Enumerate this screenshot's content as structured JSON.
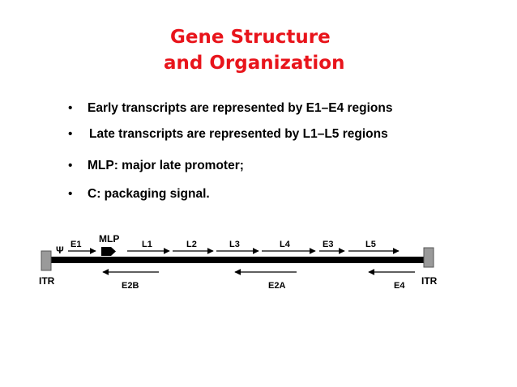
{
  "slide": {
    "title_line1": "Gene Structure",
    "title_line2": "and Organization",
    "bullet_char": "•",
    "bullets": [
      "Early transcripts are represented by E1–E4 regions",
      "Late transcripts are represented by L1–L5 regions",
      "MLP: major late promoter;",
      "C: packaging signal."
    ]
  },
  "diagram": {
    "psi": "Ψ",
    "itr_left": "ITR",
    "itr_right": "ITR",
    "promoter": "MLP",
    "forward_labels": [
      "E1",
      "L1",
      "L2",
      "L3",
      "L4",
      "E3",
      "L5"
    ],
    "reverse_labels": [
      "E2B",
      "E2A",
      "E4"
    ]
  },
  "colors": {
    "title": "#e8141b",
    "itr_box": "#9a9a9a"
  }
}
